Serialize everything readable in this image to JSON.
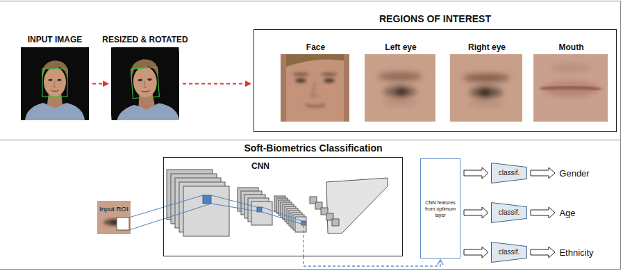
{
  "diagram": {
    "nodes": [
      {
        "text": [
          "INPUT IMAGE"
        ]
      },
      {
        "text": [
          "RESIZED & ROTATED"
        ]
      },
      {
        "text": [
          "REGIONS OF INTEREST"
        ]
      },
      {
        "text": [
          "Face"
        ],
        "in": 2
      },
      {
        "text": [
          "Left eye"
        ],
        "in": 2
      },
      {
        "text": [
          "Right eye"
        ],
        "in": 2
      },
      {
        "text": [
          "Mouth"
        ],
        "in": 2
      },
      {
        "text": [
          "Input ROI"
        ]
      },
      {
        "text": [
          "CNN"
        ]
      },
      {
        "text": [
          "CNN features from optimum layer"
        ]
      },
      {
        "text": [
          "classif."
        ]
      },
      {
        "text": [
          "Gender"
        ]
      },
      {
        "text": [
          "classif."
        ]
      },
      {
        "text": [
          "Age"
        ]
      },
      {
        "text": [
          "classif."
        ]
      },
      {
        "text": [
          "Ethnicity"
        ]
      }
    ],
    "edges": [
      {
        "from": 0,
        "to": 1,
        "arrow": "to"
      },
      {
        "from": 1,
        "to": 2,
        "arrow": "to"
      },
      {
        "from": 8,
        "to": 9,
        "arrow": "to"
      },
      {
        "from": 9,
        "to": 10,
        "arrow": "to"
      },
      {
        "from": 9,
        "to": 12,
        "arrow": "to"
      },
      {
        "from": 9,
        "to": 14,
        "arrow": "to"
      },
      {
        "from": 10,
        "to": 11,
        "arrow": "to"
      },
      {
        "from": 12,
        "to": 13,
        "arrow": "to"
      },
      {
        "from": 14,
        "to": 15,
        "arrow": "to"
      }
    ],
    "labels": [
      "Soft-Biometrics Classification"
    ]
  }
}
